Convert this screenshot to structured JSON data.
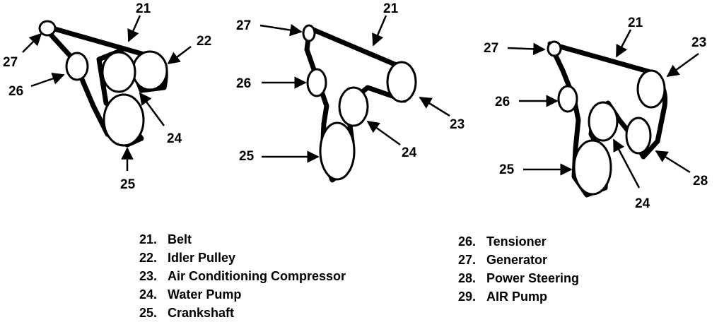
{
  "callouts": {
    "d1": {
      "belt": "21",
      "idler": "22",
      "water_pump": "24",
      "crank": "25",
      "tensioner": "26",
      "generator": "27"
    },
    "d2": {
      "generator": "27",
      "belt": "21",
      "tensioner": "26",
      "ac": "23",
      "water_pump": "24",
      "crank": "25"
    },
    "d3": {
      "belt": "21",
      "generator": "27",
      "ac": "23",
      "tensioner": "26",
      "crank": "25",
      "water_pump": "24",
      "power_steering": "28"
    }
  },
  "legend": {
    "left": [
      {
        "num": "21.",
        "label": "Belt"
      },
      {
        "num": "22.",
        "label": "Idler Pulley"
      },
      {
        "num": "23.",
        "label": "Air Conditioning Compressor"
      },
      {
        "num": "24.",
        "label": "Water Pump"
      },
      {
        "num": "25.",
        "label": "Crankshaft"
      }
    ],
    "right": [
      {
        "num": "26.",
        "label": "Tensioner"
      },
      {
        "num": "27.",
        "label": "Generator"
      },
      {
        "num": "28.",
        "label": "Power Steering"
      },
      {
        "num": "29.",
        "label": "AIR Pump"
      }
    ]
  }
}
